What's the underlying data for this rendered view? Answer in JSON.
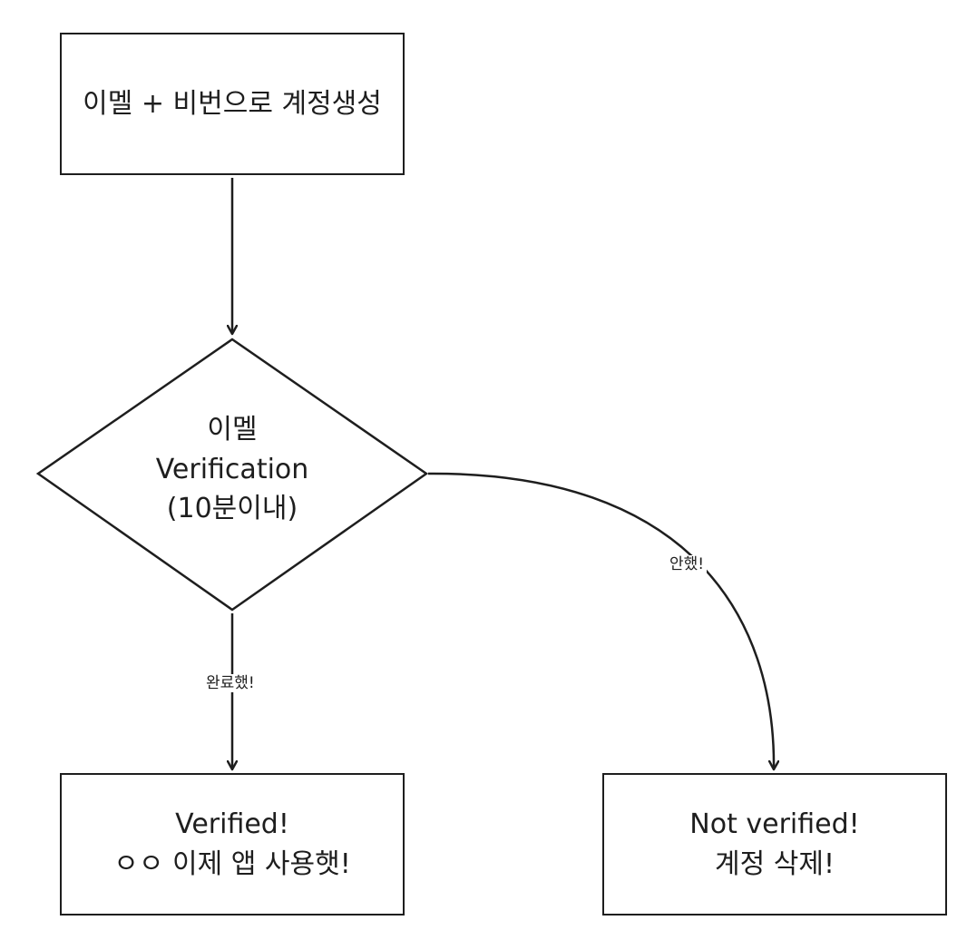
{
  "nodes": {
    "start": {
      "text": "이멜 + 비번으로 계정생성"
    },
    "decision": {
      "text": "이멜\nVerification\n(10분이내)"
    },
    "verified": {
      "text": "Verified!\nㅇㅇ 이제 앱 사용햇!"
    },
    "not_verified": {
      "text": "Not verified!\n계정 삭제!"
    }
  },
  "edges": {
    "yes_label": "완료했!",
    "no_label": "안했!"
  },
  "colors": {
    "stroke": "#1e1e1e",
    "background": "#ffffff"
  }
}
